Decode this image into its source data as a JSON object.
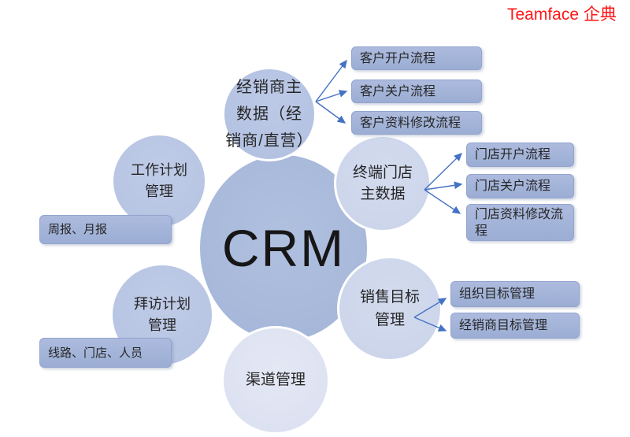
{
  "brand": {
    "logo_text": "Teamface 企典",
    "logo_color": "#ff1616"
  },
  "diagram": {
    "center": {
      "label": "CRM"
    },
    "circles": [
      {
        "name": "dealer-master-data",
        "label_lines": [
          "经销商主",
          "数据（经",
          "销商/直营）"
        ]
      },
      {
        "name": "work-plan-management",
        "label_lines": [
          "工作计划",
          "管理"
        ]
      },
      {
        "name": "terminal-store-master-data",
        "label_lines": [
          "终端门店",
          "主数据"
        ]
      },
      {
        "name": "sales-target-management",
        "label_lines": [
          "销售目标",
          "管理"
        ]
      },
      {
        "name": "visit-plan-management",
        "label_lines": [
          "拜访计划",
          "管理"
        ]
      },
      {
        "name": "channel-management",
        "label_lines": [
          "渠道管理"
        ]
      }
    ],
    "boxes": [
      {
        "name": "customer-open-flow",
        "label": "客户开户流程"
      },
      {
        "name": "customer-close-flow",
        "label": "客户关户流程"
      },
      {
        "name": "customer-info-update-flow",
        "label": "客户资料修改流程"
      },
      {
        "name": "store-open-flow",
        "label": "门店开户流程"
      },
      {
        "name": "store-close-flow",
        "label": "门店关户流程"
      },
      {
        "name": "store-info-update-flow",
        "label": "门店资料修改流程"
      },
      {
        "name": "org-target-management",
        "label": "组织目标管理"
      },
      {
        "name": "dealer-target-management",
        "label": "经销商目标管理"
      },
      {
        "name": "weekly-monthly-report",
        "label": "周报、月报"
      },
      {
        "name": "route-store-personnel",
        "label": "线路、门店、人员"
      }
    ],
    "colors": {
      "arrow": "#4472c4",
      "center_fill": "#a9badb",
      "satellite_fill_dark": "#b7c5e3",
      "satellite_fill_light": "#ccd5ea",
      "channel_fill": "#dce1f1",
      "box_fill": "#a2b3d8",
      "logo_red": "#ff1616"
    }
  }
}
